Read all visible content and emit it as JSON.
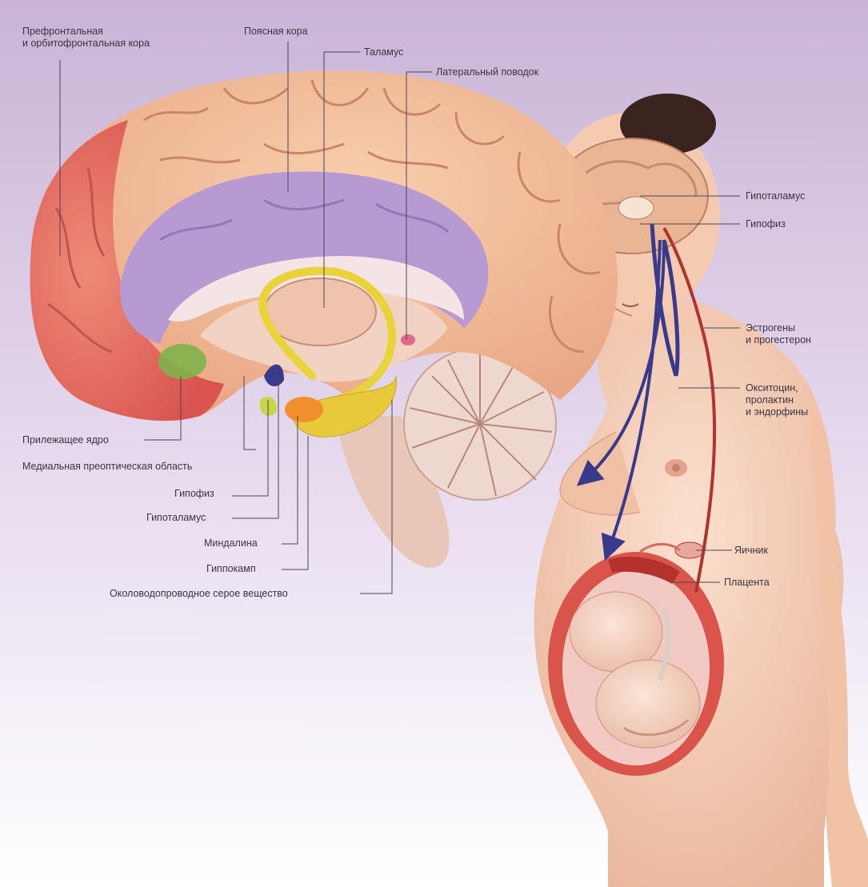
{
  "labels": {
    "prefrontal": [
      "Префронтальная",
      "и орбитофронтальная кора"
    ],
    "cingulate": "Поясная кора",
    "thalamus": "Таламус",
    "lateral_habenula": "Латеральный поводок",
    "nucleus_accumbens": "Прилежащее ядро",
    "medial_preoptic": "Медиальная преоптическая область",
    "pituitary_left": "Гипофиз",
    "hypothalamus_left": "Гипоталамус",
    "amygdala": "Миндалина",
    "hippocampus": "Гиппокамп",
    "periaqueductal_gray": "Околоводопроводное серое вещество",
    "hypothalamus_right": "Гипоталамус",
    "pituitary_right": "Гипофиз",
    "estrogens": [
      "Эстрогены",
      "и прогестерон"
    ],
    "oxytocin": [
      "Окситоцин,",
      "пролактин",
      "и эндорфины"
    ],
    "ovary": "Яичник",
    "placenta": "Плацента"
  },
  "colors": {
    "background_top": "#c9b4d6",
    "background_bottom": "#ffffff",
    "cortex": "#f0b48f",
    "prefrontal_cortex": "#e0675f",
    "cingulate_cortex": "#b79ad2",
    "limbic": "#e8d33a",
    "amygdala": "#f0902c",
    "nucleus_accumbens": "#7fb24a",
    "skin": "#f6cdb4",
    "pathway_blue": "#3a3a8c",
    "pathway_red": "#b2322c",
    "uterus": "#d9544a"
  }
}
